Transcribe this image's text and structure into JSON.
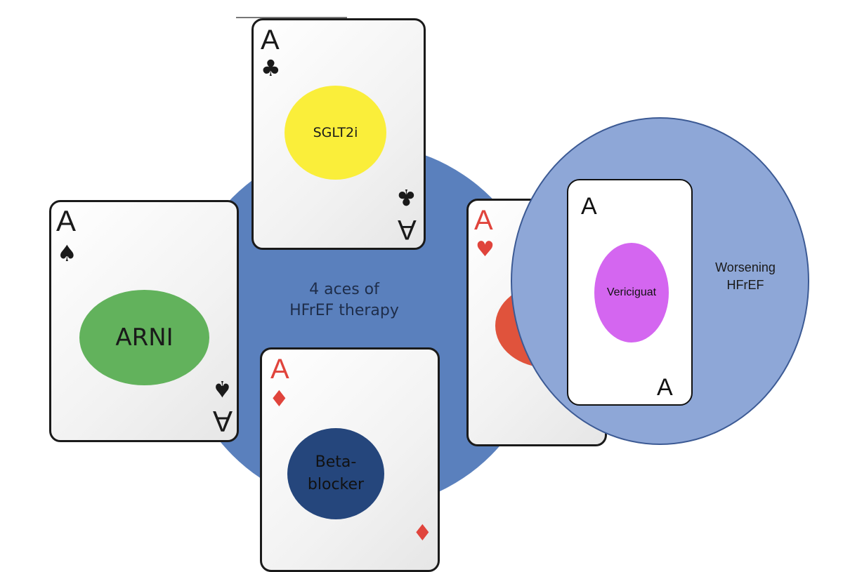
{
  "center_label": {
    "line1": "4 aces of",
    "line2": "HFrEF therapy"
  },
  "cards": {
    "sglt2i": {
      "rank": "A",
      "suit": "♣",
      "label": "SGLT2i"
    },
    "arni": {
      "rank": "A",
      "suit": "♠",
      "label": "ARNI"
    },
    "beta_blocker": {
      "rank": "A",
      "suit": "♦",
      "label_line1": "Beta-",
      "label_line2": "blocker"
    },
    "mra": {
      "rank": "A",
      "suit": "♥"
    },
    "vericiguat": {
      "rank": "A",
      "label": "Vericiguat"
    }
  },
  "worsening": {
    "line1": "Worsening",
    "line2": "HFrEF"
  },
  "colors": {
    "center_circle": "#5a80bd",
    "worsening_circle": "#8ea7d7",
    "sglt2i": "#faee3a",
    "arni": "#62b25c",
    "beta_blocker": "#25467c",
    "mra": "#e0533c",
    "vericiguat": "#d466f0"
  }
}
